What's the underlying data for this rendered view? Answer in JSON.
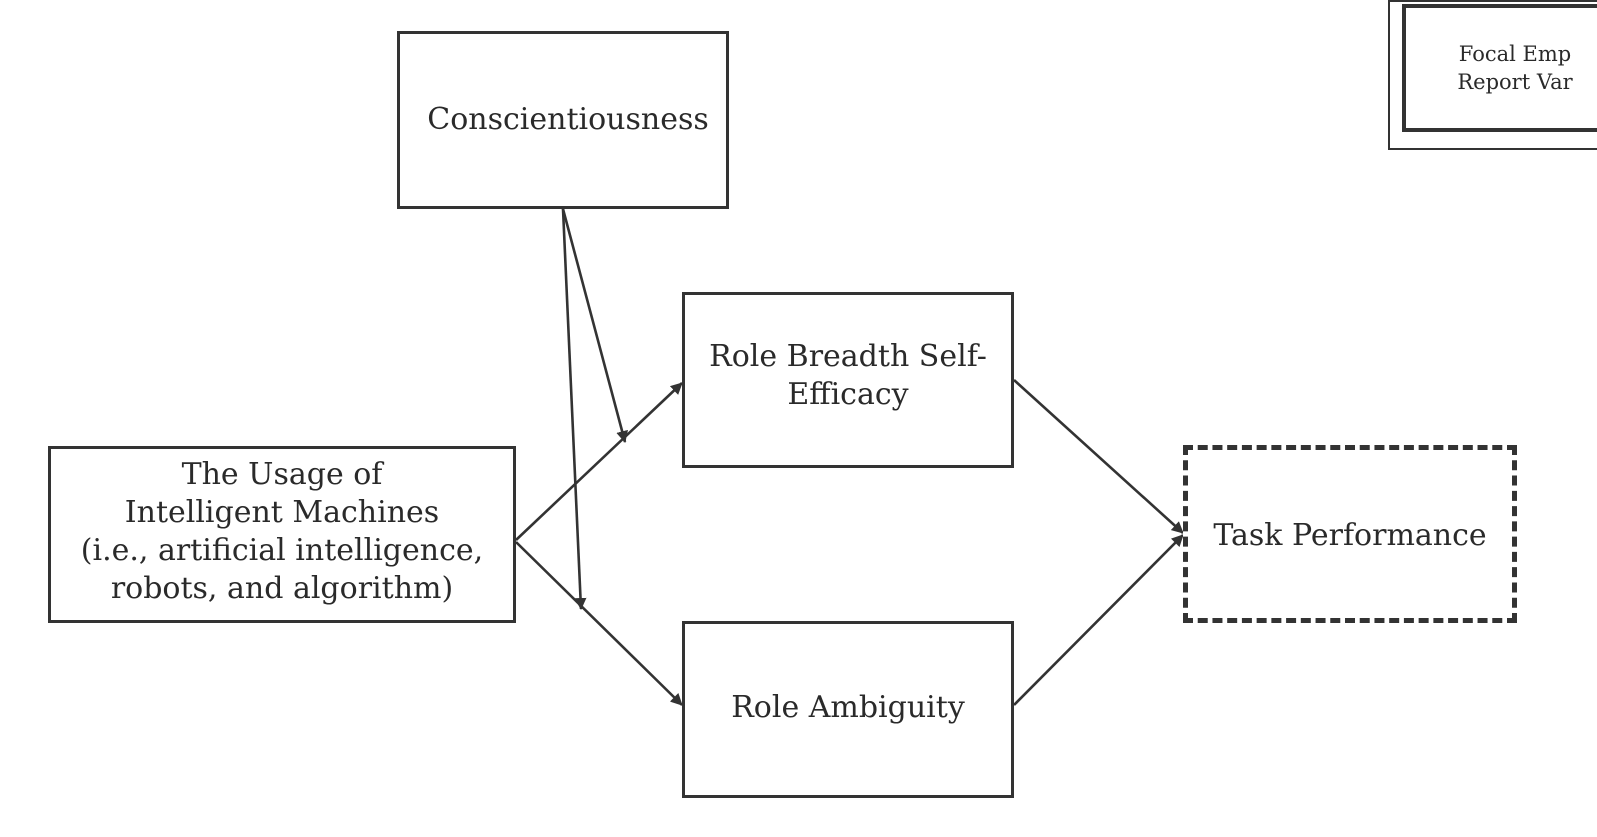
{
  "diagram": {
    "nodes": {
      "conscientiousness": {
        "label": "Conscientiousness"
      },
      "usage": {
        "label": "The Usage of\nIntelligent Machines\n(i.e., artificial intelligence,\nrobots, and algorithm)"
      },
      "rbse": {
        "label": "Role Breadth Self-\nEfficacy"
      },
      "ambiguity": {
        "label": "Role Ambiguity"
      },
      "task": {
        "label": "Task Performance"
      }
    },
    "legend": {
      "label": "Focal Emp\nReport Var"
    },
    "edges": [
      {
        "from": "usage",
        "to": "rbse"
      },
      {
        "from": "usage",
        "to": "ambiguity"
      },
      {
        "from": "rbse",
        "to": "task"
      },
      {
        "from": "ambiguity",
        "to": "task"
      },
      {
        "from": "conscientiousness",
        "to": "usage-rbse-path"
      },
      {
        "from": "conscientiousness",
        "to": "usage-ambiguity-path"
      }
    ],
    "colors": {
      "stroke": "#333333",
      "text": "#2a2a2a",
      "background": "#ffffff"
    }
  }
}
